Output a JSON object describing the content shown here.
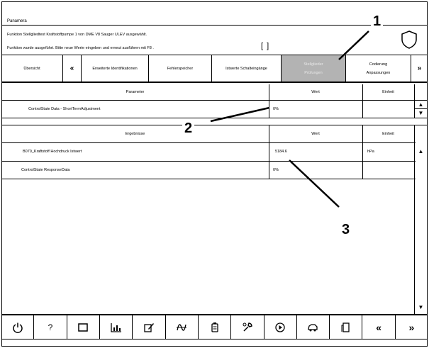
{
  "window": {
    "title": "Panamera"
  },
  "messages": {
    "line1": "Funktion Stellgliedtest Kraftstoffpumpe 1 von DME V8 Sauger ULEV ausgewählt.",
    "line2": "Funktion wurde ausgeführt. Bitte neue Werte eingeben und erneut ausführen mit F8 .",
    "brackets": "[ ]"
  },
  "tabs": [
    {
      "label": "Übersicht"
    },
    {
      "label": "«"
    },
    {
      "label": "Erweiterte Identifikationen"
    },
    {
      "label": "Fehlerspeicher"
    },
    {
      "label": "Istwerte Schalteingänge"
    },
    {
      "label": "Stellglieder Prüfungen"
    },
    {
      "label": "Codierung Anpassungen"
    },
    {
      "label": "»"
    }
  ],
  "parameter_table": {
    "headers": {
      "name": "Parameter",
      "value": "Wert",
      "unit": "Einheit"
    },
    "rows": [
      {
        "name": "ControlState Data - ShortTermAdjustment",
        "value": "0%",
        "unit": ""
      }
    ]
  },
  "results_table": {
    "headers": {
      "name": "Ergebnisse",
      "value": "Wert",
      "unit": "Einheit"
    },
    "rows": [
      {
        "name": "B070_Kraftstoff Hochdruck Istwert",
        "value": "5184.6",
        "unit": "hPa"
      },
      {
        "name": "ControlState ResponseData",
        "value": "0%",
        "unit": ""
      }
    ]
  },
  "callouts": {
    "one": "1",
    "two": "2",
    "three": "3"
  },
  "toolbar": {
    "buttons": [
      {
        "icon": "power-icon"
      },
      {
        "icon": "help-icon",
        "label": "?"
      },
      {
        "icon": "square-icon"
      },
      {
        "icon": "chart-icon"
      },
      {
        "icon": "edit-icon"
      },
      {
        "icon": "signal-icon"
      },
      {
        "icon": "battery-icon"
      },
      {
        "icon": "tool-icon"
      },
      {
        "icon": "play-icon"
      },
      {
        "icon": "car-icon"
      },
      {
        "icon": "copy-icon"
      },
      {
        "icon": "back-icon",
        "label": "«"
      },
      {
        "icon": "forward-icon",
        "label": "»"
      }
    ]
  }
}
